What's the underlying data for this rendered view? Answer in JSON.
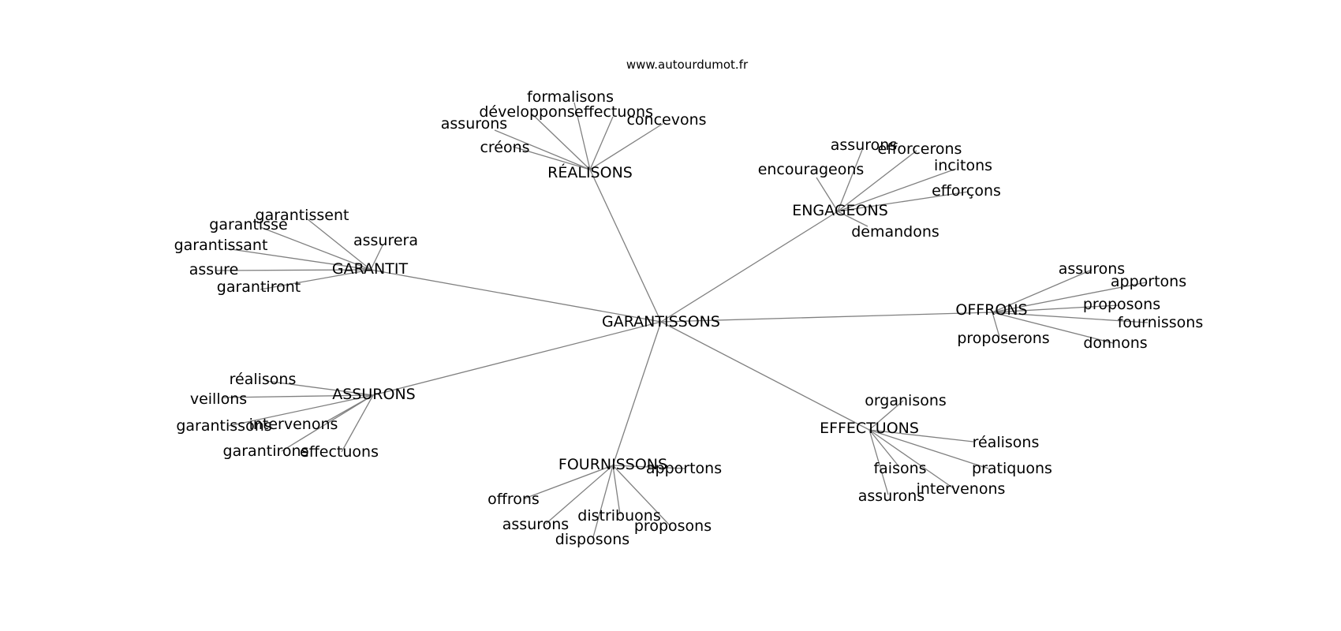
{
  "source": "www.autourdumot.fr",
  "graph": {
    "root": "GARANTISSONS",
    "hubs": [
      {
        "id": "realisons",
        "label": "RÉALISONS",
        "leaves": [
          "formalisons",
          "développons",
          "effectuons",
          "assurons",
          "concevons",
          "créons"
        ]
      },
      {
        "id": "engageons",
        "label": "ENGAGEONS",
        "leaves": [
          "assurons",
          "efforcerons",
          "encourageons",
          "incitons",
          "efforçons",
          "demandons"
        ]
      },
      {
        "id": "garantit",
        "label": "GARANTIT",
        "leaves": [
          "garantissent",
          "garantisse",
          "assurera",
          "garantissant",
          "assure",
          "garantiront"
        ]
      },
      {
        "id": "offrons",
        "label": "OFFRONS",
        "leaves": [
          "assurons",
          "apportons",
          "proposons",
          "fournissons",
          "proposerons",
          "donnons"
        ]
      },
      {
        "id": "assurons",
        "label": "ASSURONS",
        "leaves": [
          "réalisons",
          "veillons",
          "garantissons",
          "intervenons",
          "garantirons",
          "effectuons"
        ]
      },
      {
        "id": "effectuons",
        "label": "EFFECTUONS",
        "leaves": [
          "organisons",
          "réalisons",
          "faisons",
          "pratiquons",
          "intervenons",
          "assurons"
        ]
      },
      {
        "id": "fournissons",
        "label": "FOURNISSONS",
        "leaves": [
          "apportons",
          "offrons",
          "distribuons",
          "assurons",
          "proposons",
          "disposons"
        ]
      }
    ]
  }
}
